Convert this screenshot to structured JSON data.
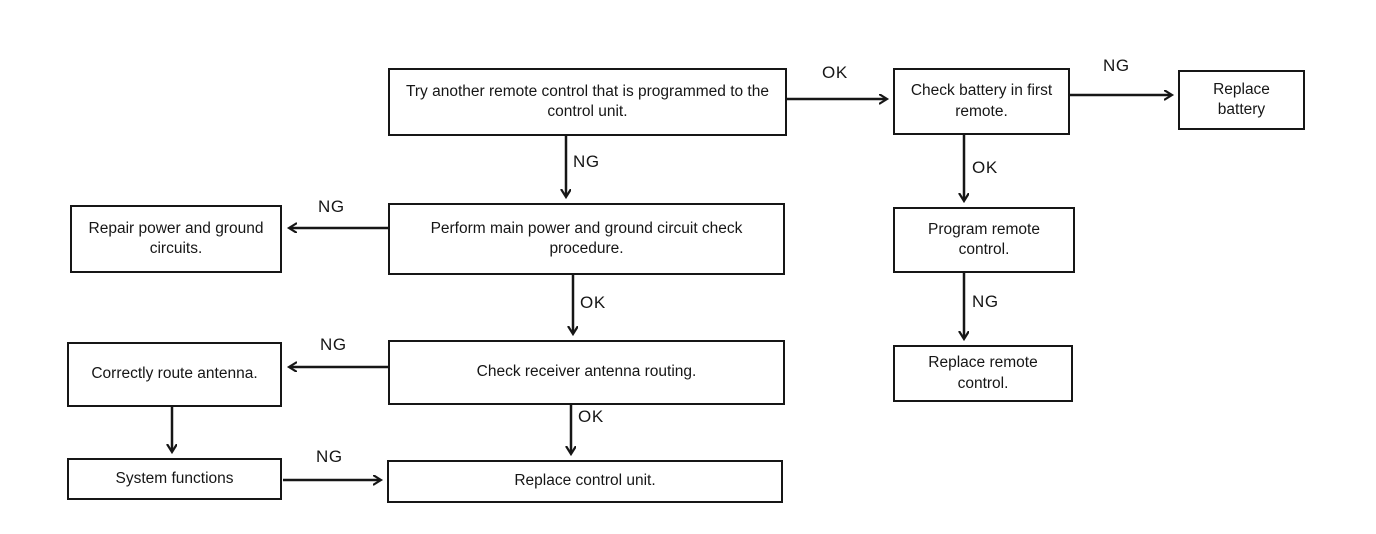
{
  "diagram": {
    "type": "flowchart",
    "colors": {
      "ink": "#161616",
      "background": "#ffffff"
    },
    "nodes": [
      {
        "id": "try-remote",
        "text": "Try another remote control that is programmed to the control unit."
      },
      {
        "id": "check-battery",
        "text": "Check battery in first remote."
      },
      {
        "id": "replace-battery",
        "text": "Replace battery"
      },
      {
        "id": "repair-power",
        "text": "Repair power and ground circuits."
      },
      {
        "id": "perform-power",
        "text": "Perform main power and ground circuit check procedure."
      },
      {
        "id": "program-remote",
        "text": "Program remote control."
      },
      {
        "id": "correctly-route",
        "text": "Correctly route antenna."
      },
      {
        "id": "check-receiver",
        "text": "Check receiver antenna routing."
      },
      {
        "id": "replace-remote",
        "text": "Replace remote control."
      },
      {
        "id": "system-functions",
        "text": "System functions"
      },
      {
        "id": "replace-control",
        "text": "Replace control unit."
      }
    ],
    "edges": [
      {
        "from": "try-remote",
        "to": "check-battery",
        "label": "OK"
      },
      {
        "from": "check-battery",
        "to": "replace-battery",
        "label": "NG"
      },
      {
        "from": "check-battery",
        "to": "program-remote",
        "label": "OK"
      },
      {
        "from": "program-remote",
        "to": "replace-remote",
        "label": "NG"
      },
      {
        "from": "try-remote",
        "to": "perform-power",
        "label": "NG"
      },
      {
        "from": "perform-power",
        "to": "repair-power",
        "label": "NG"
      },
      {
        "from": "perform-power",
        "to": "check-receiver",
        "label": "OK"
      },
      {
        "from": "check-receiver",
        "to": "correctly-route",
        "label": "NG"
      },
      {
        "from": "check-receiver",
        "to": "replace-control",
        "label": "OK"
      },
      {
        "from": "correctly-route",
        "to": "system-functions",
        "label": ""
      },
      {
        "from": "system-functions",
        "to": "replace-control",
        "label": "NG"
      }
    ]
  }
}
